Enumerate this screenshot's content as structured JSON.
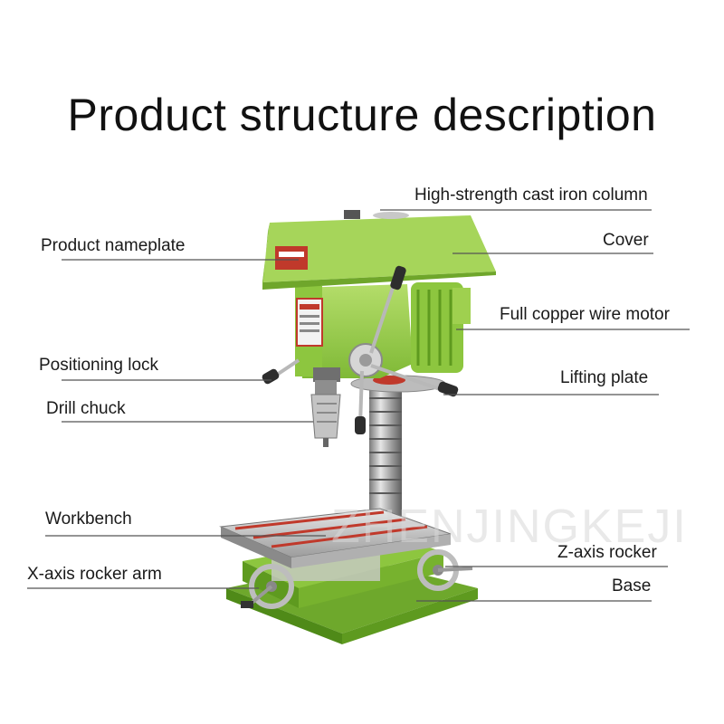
{
  "title": "Product structure description",
  "watermark": "ZHENJINGKEJI",
  "colors": {
    "body": "#8dc63f",
    "body_dark": "#5e9a1f",
    "body_light": "#b4dd6a",
    "metal": "#a9a9a9",
    "line": "#555555"
  },
  "labels": {
    "column": "High-strength cast iron column",
    "nameplate": "Product nameplate",
    "cover": "Cover",
    "motor": "Full copper wire motor",
    "lock": "Positioning lock",
    "lifting": "Lifting plate",
    "chuck": "Drill chuck",
    "workbench": "Workbench",
    "zaxis": "Z-axis rocker",
    "xaxis": "X-axis rocker arm",
    "base": "Base"
  }
}
